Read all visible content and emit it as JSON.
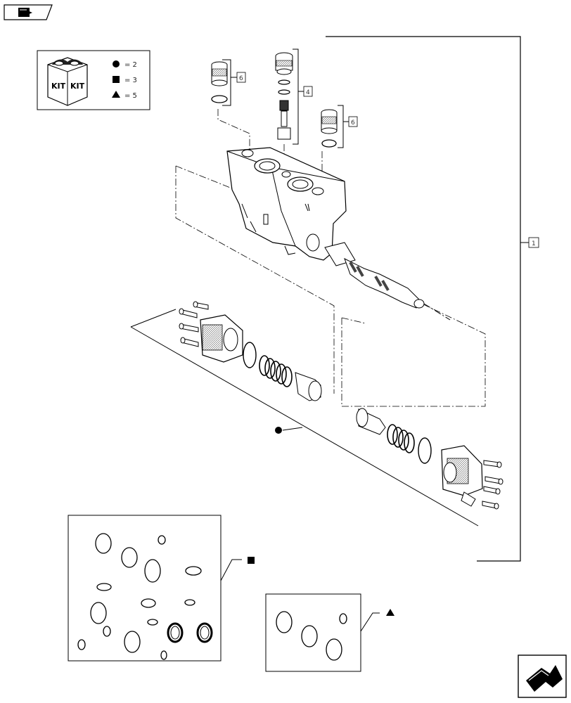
{
  "nav": {
    "back_icon": "book-arrow-icon",
    "next_icon": "next-page-arrow-icon"
  },
  "legend": {
    "kit_label_left": "KIT",
    "kit_label_right": "KIT",
    "rows": [
      {
        "symbol": "circle",
        "text": "= 2"
      },
      {
        "symbol": "square",
        "text": "= 3"
      },
      {
        "symbol": "triangle",
        "text": "= 5"
      }
    ]
  },
  "callouts": {
    "c1": "1",
    "c4": "4",
    "c6a": "6",
    "c6b": "6"
  },
  "kit_markers": {
    "circle": "circle",
    "square": "square",
    "triangle": "triangle"
  }
}
